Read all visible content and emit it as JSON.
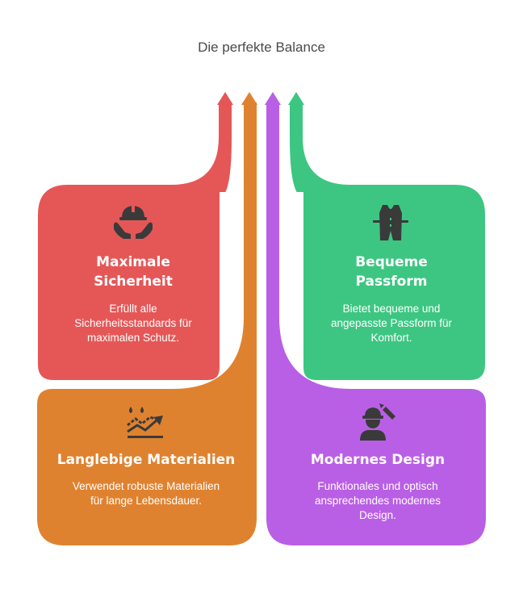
{
  "title": "Die perfekte Balance",
  "colors": {
    "red": "#E55757",
    "orange": "#DF8230",
    "purple": "#B95FE6",
    "green": "#3DC682",
    "icon": "#3a3a3a"
  },
  "cards": [
    {
      "id": "safety",
      "title_line1": "Maximale",
      "title_line2": "Sicherheit",
      "desc_line1": "Erfüllt alle",
      "desc_line2": "Sicherheitsstandards für",
      "desc_line3": "maximalen Schutz.",
      "icon": "hardhat-hands-icon"
    },
    {
      "id": "fit",
      "title_line1": "Bequeme",
      "title_line2": "Passform",
      "desc_line1": "Bietet bequeme und",
      "desc_line2": "angepasste Passform für",
      "desc_line3": "Komfort.",
      "icon": "vest-icon"
    },
    {
      "id": "materials",
      "title_line1": "Langlebige Materialien",
      "desc_line1": "Verwendet robuste Materialien",
      "desc_line2": "für lange Lebensdauer.",
      "icon": "drops-trend-icon"
    },
    {
      "id": "design",
      "title_line1": "Modernes Design",
      "desc_line1": "Funktionales und optisch",
      "desc_line2": "ansprechendes modernes",
      "desc_line3": "Design.",
      "icon": "designer-worker-icon"
    }
  ]
}
